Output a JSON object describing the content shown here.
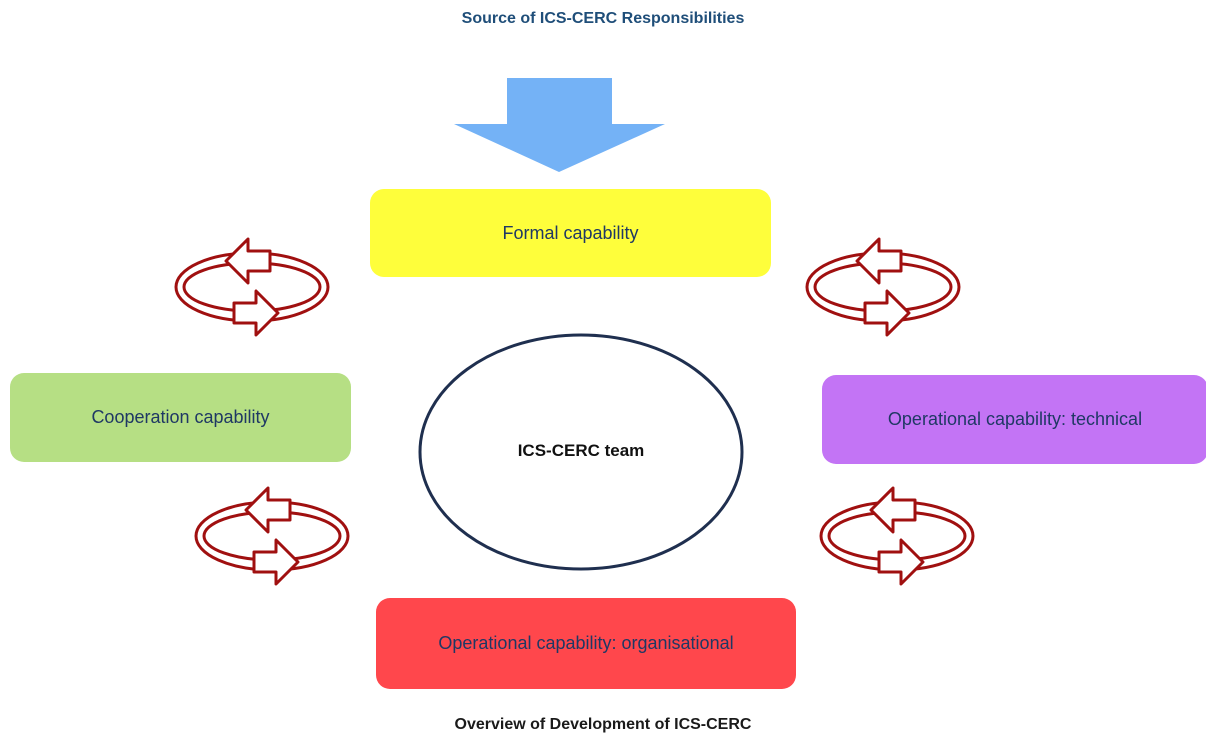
{
  "diagram": {
    "source_title": "Source of ICS-CERC Responsibilities",
    "caption": "Overview of Development of  ICS-CERC",
    "center_label": "ICS-CERC team",
    "nodes": {
      "formal": "Formal capability",
      "cooperation": "Cooperation capability",
      "technical": "Operational capability:  technical",
      "organisational": "Operational capability:  organisational"
    },
    "colors": {
      "source_arrow": "#74b2f6",
      "formal": "#fefe3b",
      "cooperation": "#b6df84",
      "technical": "#c374f5",
      "organisational": "#ff474c",
      "cycle_arrow": "#a01010",
      "team_ellipse": "#1f2f4f"
    },
    "icons": {
      "source_arrow": "down-arrow-icon",
      "cycle": "cycle-arrows-icon"
    }
  }
}
